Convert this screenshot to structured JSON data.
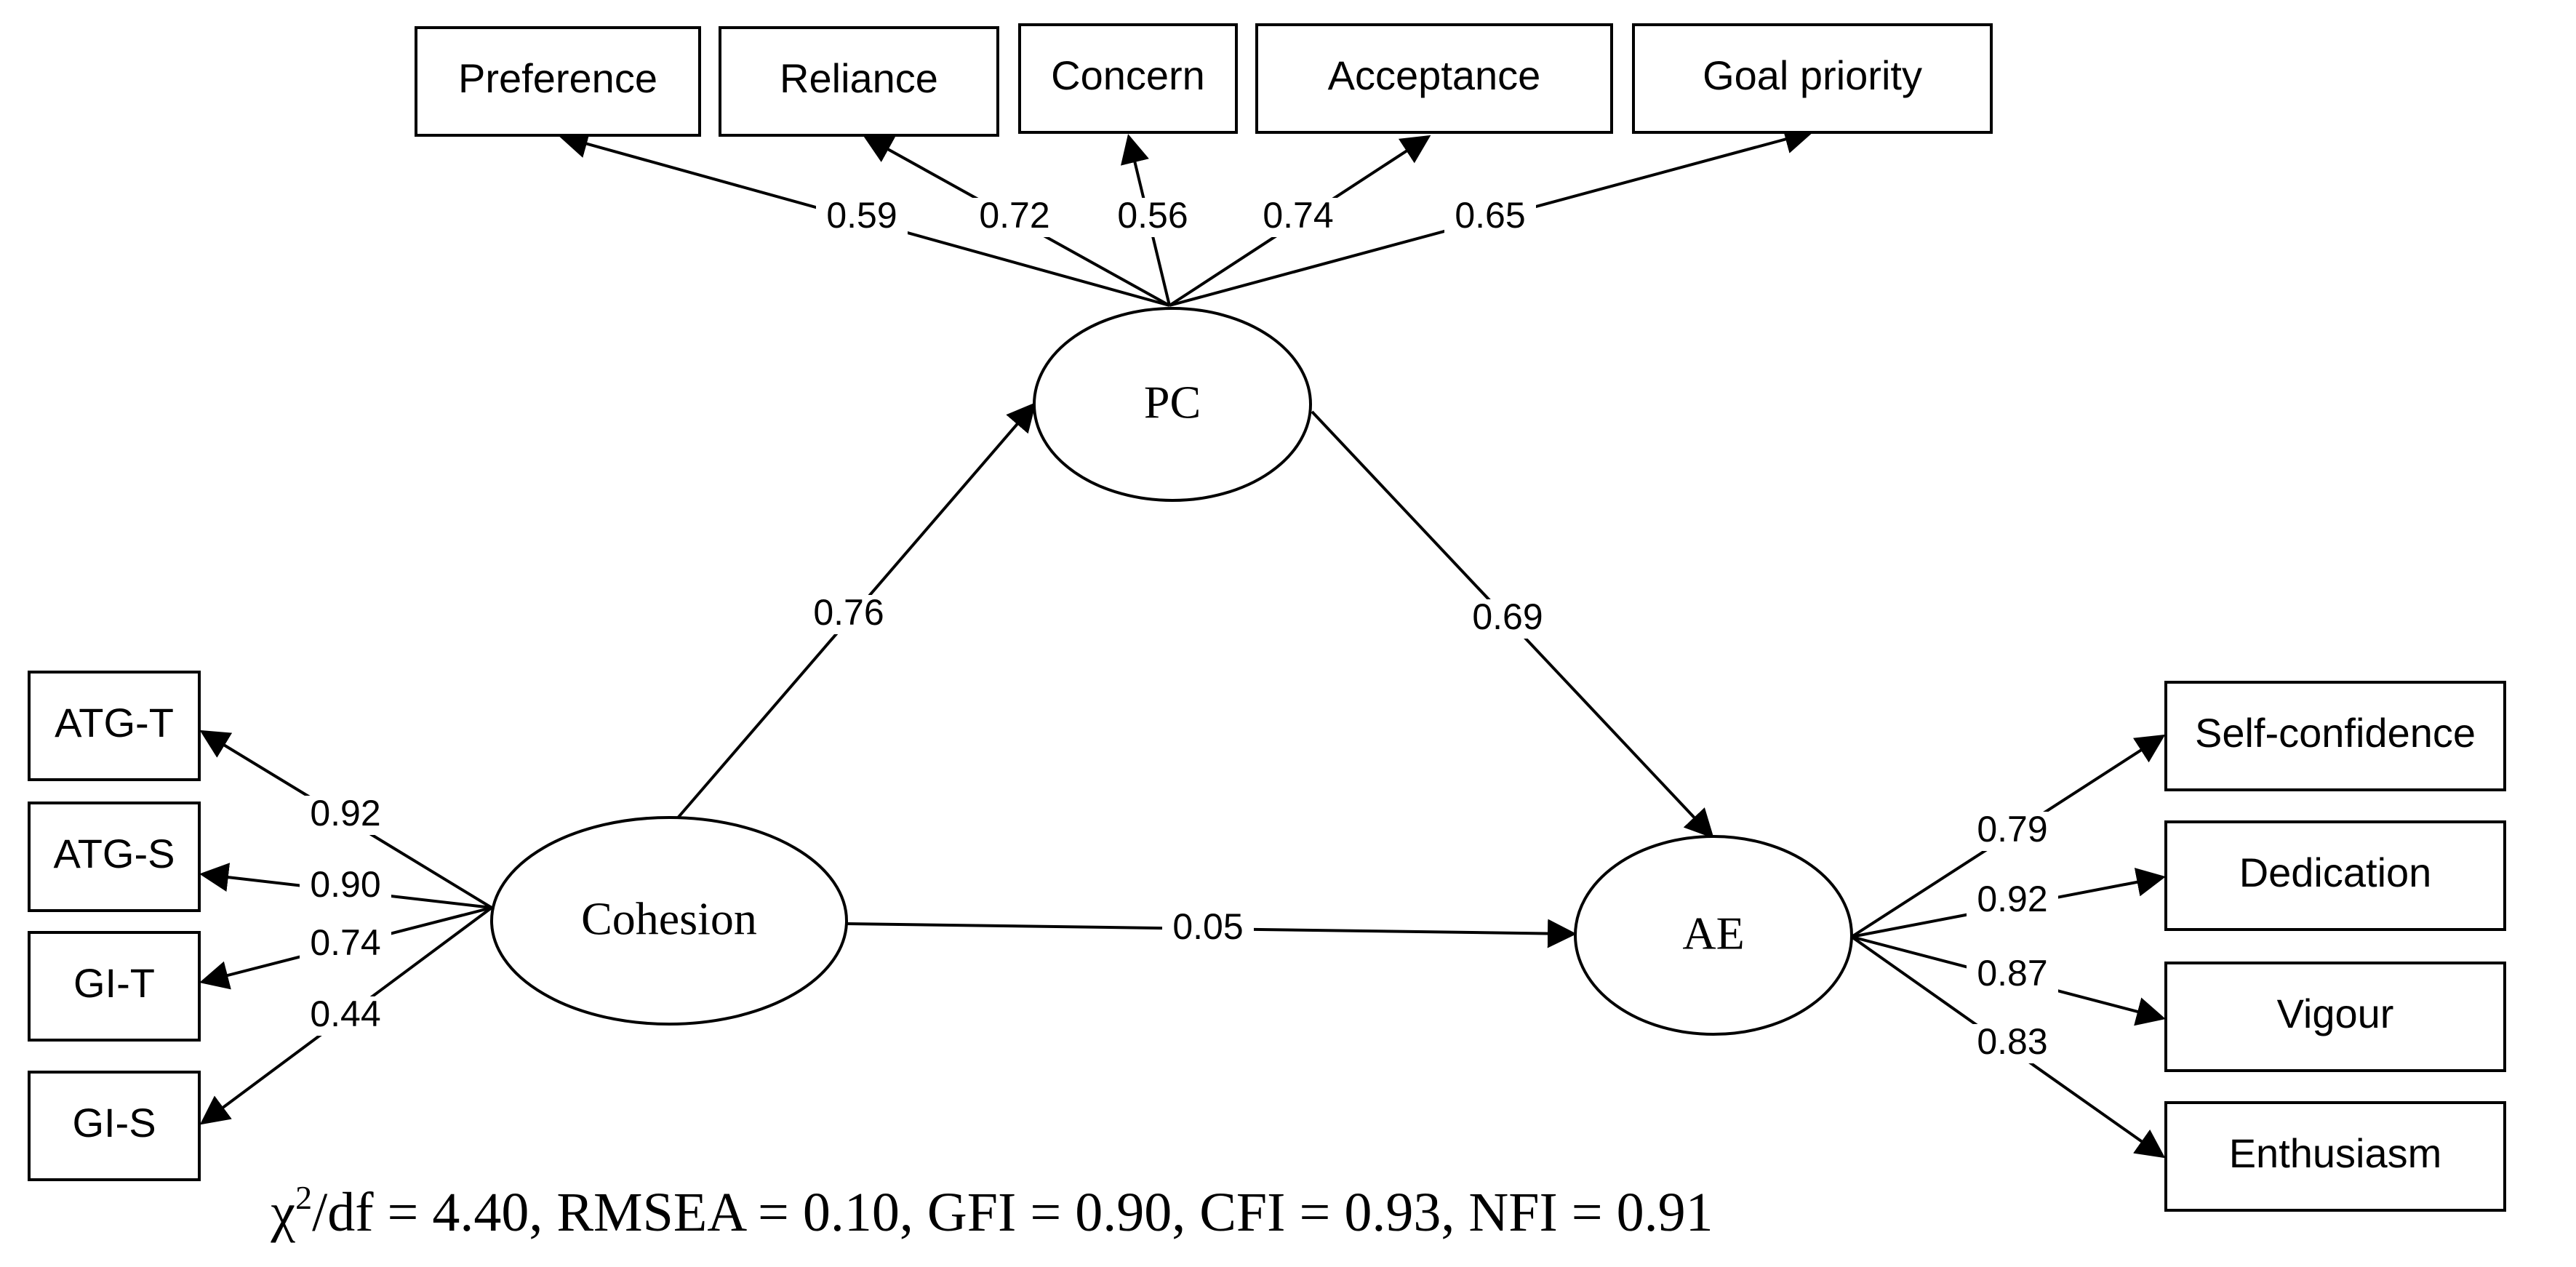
{
  "latents": {
    "pc": "PC",
    "cohesion": "Cohesion",
    "ae": "AE"
  },
  "indicators": {
    "preference": "Preference",
    "reliance": "Reliance",
    "concern": "Concern",
    "acceptance": "Acceptance",
    "goal_priority": "Goal priority",
    "atg_t": "ATG-T",
    "atg_s": "ATG-S",
    "gi_t": "GI-T",
    "gi_s": "GI-S",
    "self_confidence": "Self-confidence",
    "dedication": "Dedication",
    "vigour": "Vigour",
    "enthusiasm": "Enthusiasm"
  },
  "loadings": {
    "pc_preference": "0.59",
    "pc_reliance": "0.72",
    "pc_concern": "0.56",
    "pc_acceptance": "0.74",
    "pc_goal_priority": "0.65",
    "cohesion_atg_t": "0.92",
    "cohesion_atg_s": "0.90",
    "cohesion_gi_t": "0.74",
    "cohesion_gi_s": "0.44",
    "ae_self_confidence": "0.79",
    "ae_dedication": "0.92",
    "ae_vigour": "0.87",
    "ae_enthusiasm": "0.83"
  },
  "paths": {
    "cohesion_pc": "0.76",
    "pc_ae": "0.69",
    "cohesion_ae": "0.05"
  },
  "fit": {
    "chi": "χ",
    "sup": "2",
    "rest": "/df = 4.40, RMSEA = 0.10, GFI = 0.90, CFI = 0.93, NFI = 0.91"
  }
}
